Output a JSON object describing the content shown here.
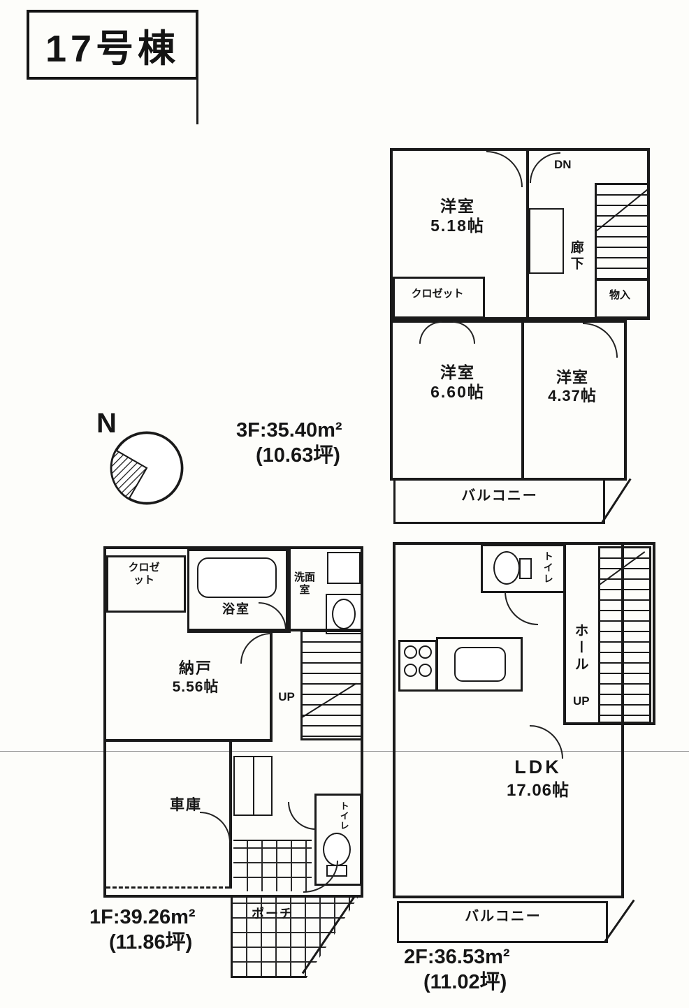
{
  "title": "17号棟",
  "compass": {
    "north": "N"
  },
  "f3": {
    "area1": "3F:35.40m²",
    "area2": "(10.63坪)",
    "room1_name": "洋室",
    "room1_size": "5.18帖",
    "closet": "クロゼット",
    "dn": "DN",
    "hallway": "廊下",
    "storage": "物入",
    "room2_name": "洋室",
    "room2_size": "6.60帖",
    "room3_name": "洋室",
    "room3_size": "4.37帖",
    "balcony": "バルコニー"
  },
  "f2": {
    "area1": "2F:36.53m²",
    "area2": "(11.02坪)",
    "toilet": "トイレ",
    "hall": "ホール",
    "up": "UP",
    "ldk_name": "LDK",
    "ldk_size": "17.06帖",
    "balcony": "バルコニー"
  },
  "f1": {
    "area1": "1F:39.26m²",
    "area2": "(11.86坪)",
    "closet": "クロゼット",
    "bath": "浴室",
    "washroom": "洗面室",
    "storage_name": "納戸",
    "storage_size": "5.56帖",
    "up": "UP",
    "garage": "車庫",
    "toilet": "トイレ",
    "porch": "ポーチ"
  }
}
